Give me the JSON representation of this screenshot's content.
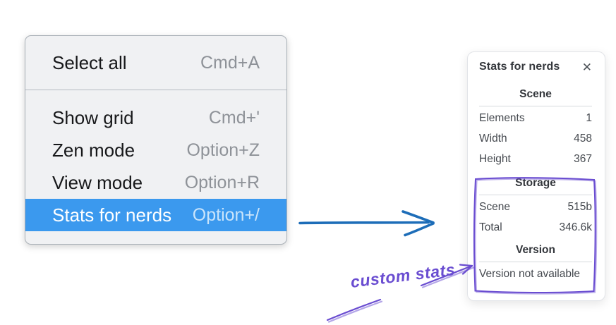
{
  "menu": {
    "items": [
      {
        "label": "Select all",
        "shortcut": "Cmd+A",
        "selected": false
      },
      {
        "label": "Show grid",
        "shortcut": "Cmd+'",
        "selected": false
      },
      {
        "label": "Zen mode",
        "shortcut": "Option+Z",
        "selected": false
      },
      {
        "label": "View mode",
        "shortcut": "Option+R",
        "selected": false
      },
      {
        "label": "Stats for nerds",
        "shortcut": "Option+/",
        "selected": true
      }
    ]
  },
  "stats_panel": {
    "title": "Stats for nerds",
    "close_icon": "✕",
    "sections": {
      "scene": {
        "heading": "Scene",
        "rows": [
          {
            "label": "Elements",
            "value": "1"
          },
          {
            "label": "Width",
            "value": "458"
          },
          {
            "label": "Height",
            "value": "367"
          }
        ]
      },
      "storage": {
        "heading": "Storage",
        "rows": [
          {
            "label": "Scene",
            "value": "515b"
          },
          {
            "label": "Total",
            "value": "346.6k"
          }
        ]
      },
      "version": {
        "heading": "Version",
        "note": "Version not available"
      }
    }
  },
  "annotation": {
    "label": "custom stats"
  },
  "colors": {
    "menu_highlight_blue": "#3b99ee",
    "flow_arrow_blue": "#1d6db8",
    "annotation_purple": "#6a4dd1"
  }
}
